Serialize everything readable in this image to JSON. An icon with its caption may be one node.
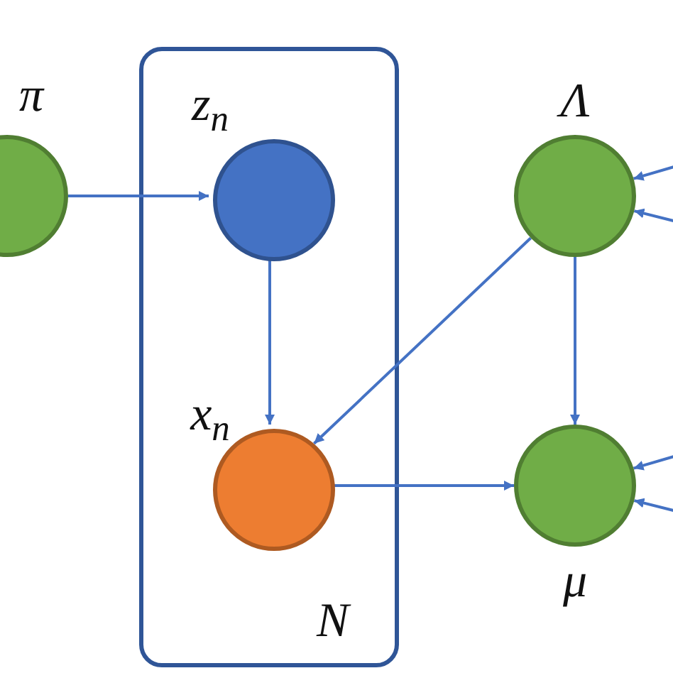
{
  "diagram": {
    "nodes": [
      {
        "text": [
          "N"
        ]
      },
      {
        "text": [],
        "shape": "circle",
        "beside": [
          "π"
        ]
      },
      {
        "text": [],
        "shape": "circle",
        "beside": [
          "z$_{n}$"
        ],
        "in": 0
      },
      {
        "text": [],
        "shape": "circle",
        "beside": [
          "x$_{n}$"
        ],
        "in": 0
      },
      {
        "text": [],
        "shape": "circle",
        "beside": [
          "Λ"
        ]
      },
      {
        "text": [],
        "shape": "circle",
        "beside": [
          "μ"
        ]
      }
    ],
    "edges": [
      {
        "from": 1,
        "to": 2,
        "arrow": "to"
      },
      {
        "from": 2,
        "to": 3,
        "arrow": "to"
      },
      {
        "from": 4,
        "to": 3,
        "arrow": "to"
      },
      {
        "from": 4,
        "to": 5,
        "arrow": "to"
      },
      {
        "from": 3,
        "to": 5,
        "arrow": "to"
      },
      {
        "from": null,
        "to": 4,
        "arrow": "to"
      },
      {
        "from": null,
        "to": 4,
        "arrow": "to"
      },
      {
        "from": null,
        "to": 5,
        "arrow": "to"
      },
      {
        "from": null,
        "to": 5,
        "arrow": "to"
      }
    ]
  }
}
